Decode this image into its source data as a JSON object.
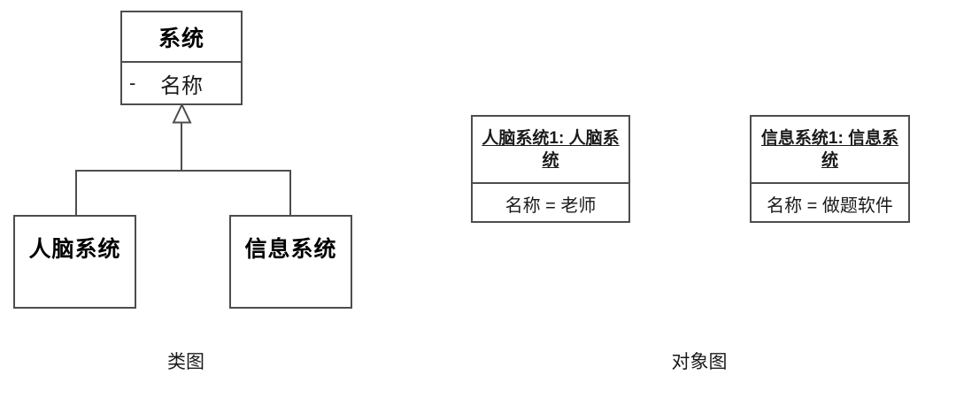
{
  "diagram": {
    "class_diagram": {
      "caption": "类图",
      "root_class": {
        "name": "系统",
        "attribute_visibility": "-",
        "attribute_name": "名称"
      },
      "subclasses": [
        {
          "name": "人脑系统"
        },
        {
          "name": "信息系统"
        }
      ],
      "relationship": "generalization"
    },
    "object_diagram": {
      "caption": "对象图",
      "objects": [
        {
          "title": "人脑系统1: 人脑系统",
          "slot": "名称 = 老师"
        },
        {
          "title": "信息系统1: 信息系统",
          "slot": "名称 = 做题软件"
        }
      ]
    }
  },
  "colors": {
    "background": "#ffffff",
    "stroke": "#4d4d4d",
    "text": "#1a1a1a",
    "title_text": "#000000"
  }
}
